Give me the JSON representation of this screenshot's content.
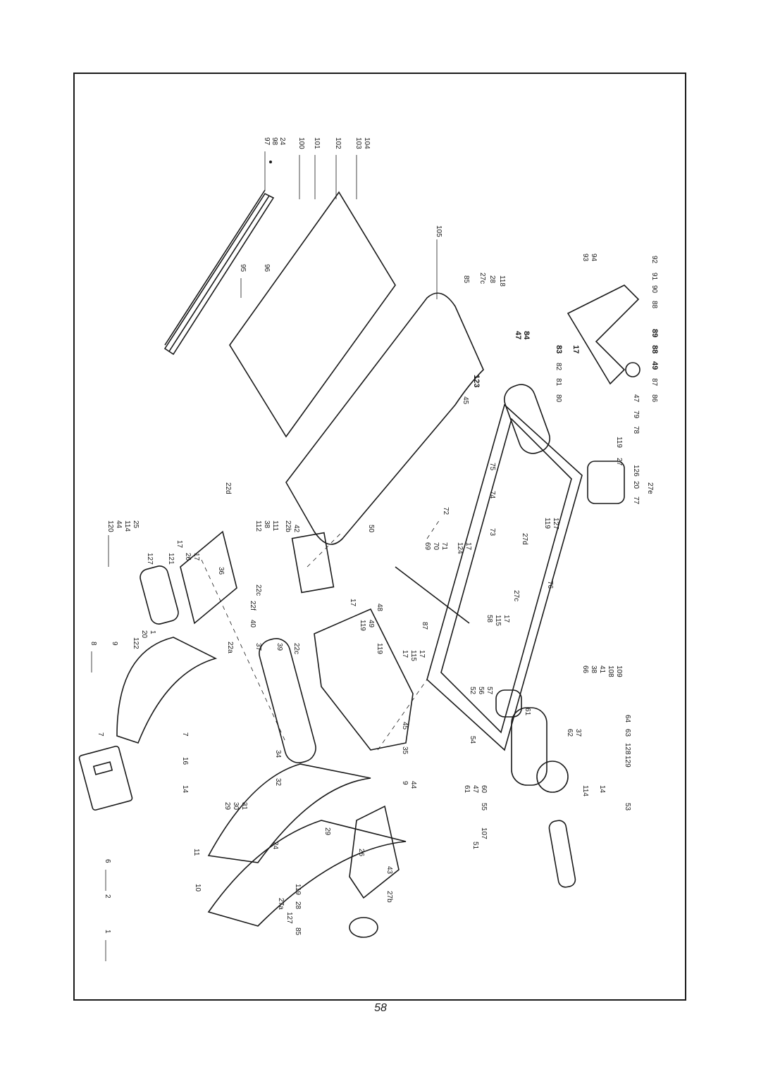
{
  "page_number": "58",
  "callouts": [
    {
      "id": "c97",
      "text": "97"
    },
    {
      "id": "c98",
      "text": "98"
    },
    {
      "id": "c24a",
      "text": "24"
    },
    {
      "id": "c100",
      "text": "100"
    },
    {
      "id": "c101",
      "text": "101"
    },
    {
      "id": "c102",
      "text": "102"
    },
    {
      "id": "c103",
      "text": "103"
    },
    {
      "id": "c104",
      "text": "104"
    },
    {
      "id": "c105",
      "text": "105"
    },
    {
      "id": "c95",
      "text": "95"
    },
    {
      "id": "c96",
      "text": "96"
    },
    {
      "id": "c85a",
      "text": "85"
    },
    {
      "id": "c27c1",
      "text": "27c"
    },
    {
      "id": "c28a",
      "text": "28"
    },
    {
      "id": "c118",
      "text": "118"
    },
    {
      "id": "c93",
      "text": "93"
    },
    {
      "id": "c94",
      "text": "94"
    },
    {
      "id": "c92",
      "text": "92"
    },
    {
      "id": "c91",
      "text": "91"
    },
    {
      "id": "c90",
      "text": "90"
    },
    {
      "id": "c88a",
      "text": "88"
    },
    {
      "id": "c89",
      "text": "89"
    },
    {
      "id": "c88b",
      "text": "88"
    },
    {
      "id": "c49",
      "text": "49"
    },
    {
      "id": "c87a",
      "text": "87"
    },
    {
      "id": "c86",
      "text": "86"
    },
    {
      "id": "c47a",
      "text": "47"
    },
    {
      "id": "c84",
      "text": "84"
    },
    {
      "id": "c83",
      "text": "83"
    },
    {
      "id": "c82",
      "text": "82"
    },
    {
      "id": "c81",
      "text": "81"
    },
    {
      "id": "c80",
      "text": "80"
    },
    {
      "id": "c17a",
      "text": "17"
    },
    {
      "id": "c123",
      "text": "123"
    },
    {
      "id": "c79",
      "text": "79"
    },
    {
      "id": "c47b",
      "text": "47"
    },
    {
      "id": "c78",
      "text": "78"
    },
    {
      "id": "c119a",
      "text": "119"
    },
    {
      "id": "c27a",
      "text": "27"
    },
    {
      "id": "c126",
      "text": "126"
    },
    {
      "id": "c20a",
      "text": "20"
    },
    {
      "id": "c27e",
      "text": "27e"
    },
    {
      "id": "c77",
      "text": "77"
    },
    {
      "id": "c45a",
      "text": "45"
    },
    {
      "id": "c75",
      "text": "75"
    },
    {
      "id": "c74",
      "text": "74"
    },
    {
      "id": "c119b",
      "text": "119"
    },
    {
      "id": "c127a",
      "text": "127"
    },
    {
      "id": "c72",
      "text": "72"
    },
    {
      "id": "c73",
      "text": "73"
    },
    {
      "id": "c69",
      "text": "69"
    },
    {
      "id": "c70",
      "text": "70"
    },
    {
      "id": "c71",
      "text": "71"
    },
    {
      "id": "c124",
      "text": "124"
    },
    {
      "id": "c17b",
      "text": "17"
    },
    {
      "id": "c27d",
      "text": "27d"
    },
    {
      "id": "c76",
      "text": "76"
    },
    {
      "id": "c27c2",
      "text": "27c"
    },
    {
      "id": "c120",
      "text": "120"
    },
    {
      "id": "c44a",
      "text": "44"
    },
    {
      "id": "c114a",
      "text": "114"
    },
    {
      "id": "c25",
      "text": "25"
    },
    {
      "id": "c22d",
      "text": "22d"
    },
    {
      "id": "c112",
      "text": "112"
    },
    {
      "id": "c38a",
      "text": "38"
    },
    {
      "id": "c111",
      "text": "111"
    },
    {
      "id": "c22b",
      "text": "22b"
    },
    {
      "id": "c42",
      "text": "42"
    },
    {
      "id": "c50",
      "text": "50"
    },
    {
      "id": "c127b",
      "text": "127"
    },
    {
      "id": "c121",
      "text": "121"
    },
    {
      "id": "c17c",
      "text": "17"
    },
    {
      "id": "c26a",
      "text": "26"
    },
    {
      "id": "c17d",
      "text": "17"
    },
    {
      "id": "c36",
      "text": "36"
    },
    {
      "id": "c22c1",
      "text": "22c"
    },
    {
      "id": "c22f",
      "text": "22f"
    },
    {
      "id": "c40",
      "text": "40"
    },
    {
      "id": "c37a",
      "text": "37"
    },
    {
      "id": "c39",
      "text": "39"
    },
    {
      "id": "c22c2",
      "text": "22c"
    },
    {
      "id": "c17e",
      "text": "17"
    },
    {
      "id": "c48",
      "text": "48"
    },
    {
      "id": "c49b",
      "text": "49"
    },
    {
      "id": "c119c",
      "text": "119"
    },
    {
      "id": "c119d",
      "text": "119"
    },
    {
      "id": "c87b",
      "text": "87"
    },
    {
      "id": "c58",
      "text": "58"
    },
    {
      "id": "c115a",
      "text": "115"
    },
    {
      "id": "c17f",
      "text": "17"
    },
    {
      "id": "c122",
      "text": "122"
    },
    {
      "id": "c20b",
      "text": "20"
    },
    {
      "id": "c1a",
      "text": "1"
    },
    {
      "id": "c8",
      "text": "8"
    },
    {
      "id": "c9a",
      "text": "9"
    },
    {
      "id": "c22a",
      "text": "22a"
    },
    {
      "id": "c17g",
      "text": "17"
    },
    {
      "id": "c115b",
      "text": "115"
    },
    {
      "id": "c17h",
      "text": "17"
    },
    {
      "id": "c66",
      "text": "66"
    },
    {
      "id": "c38b",
      "text": "38"
    },
    {
      "id": "c41",
      "text": "41"
    },
    {
      "id": "c108",
      "text": "108"
    },
    {
      "id": "c109",
      "text": "109"
    },
    {
      "id": "c57",
      "text": "57"
    },
    {
      "id": "c56",
      "text": "56"
    },
    {
      "id": "c52",
      "text": "52"
    },
    {
      "id": "c61a",
      "text": "61"
    },
    {
      "id": "c34",
      "text": "34"
    },
    {
      "id": "c45b",
      "text": "45"
    },
    {
      "id": "c35",
      "text": "35"
    },
    {
      "id": "c64",
      "text": "64"
    },
    {
      "id": "c63",
      "text": "63"
    },
    {
      "id": "c37b",
      "text": "37"
    },
    {
      "id": "c62",
      "text": "62"
    },
    {
      "id": "c7a",
      "text": "7"
    },
    {
      "id": "c7b",
      "text": "7"
    },
    {
      "id": "c16",
      "text": "16"
    },
    {
      "id": "c14a",
      "text": "14"
    },
    {
      "id": "c54",
      "text": "54"
    },
    {
      "id": "c128",
      "text": "128"
    },
    {
      "id": "c129",
      "text": "129"
    },
    {
      "id": "c29a",
      "text": "29"
    },
    {
      "id": "c30",
      "text": "30"
    },
    {
      "id": "c31",
      "text": "31"
    },
    {
      "id": "c32",
      "text": "32"
    },
    {
      "id": "c9b",
      "text": "9"
    },
    {
      "id": "c44b",
      "text": "44"
    },
    {
      "id": "c61b",
      "text": "61"
    },
    {
      "id": "c47c",
      "text": "47"
    },
    {
      "id": "c60",
      "text": "60"
    },
    {
      "id": "c114b",
      "text": "114"
    },
    {
      "id": "c14b",
      "text": "14"
    },
    {
      "id": "c53",
      "text": "53"
    },
    {
      "id": "c55",
      "text": "55"
    },
    {
      "id": "c6",
      "text": "6"
    },
    {
      "id": "c11",
      "text": "11"
    },
    {
      "id": "c29b",
      "text": "29"
    },
    {
      "id": "c24b",
      "text": "24"
    },
    {
      "id": "c26b",
      "text": "26"
    },
    {
      "id": "c43",
      "text": "43"
    },
    {
      "id": "c51",
      "text": "51"
    },
    {
      "id": "c107",
      "text": "107"
    },
    {
      "id": "c2",
      "text": "2"
    },
    {
      "id": "c10",
      "text": "10"
    },
    {
      "id": "c27a2",
      "text": "27a"
    },
    {
      "id": "c28b",
      "text": "28"
    },
    {
      "id": "c119e",
      "text": "119"
    },
    {
      "id": "c27b",
      "text": "27b"
    },
    {
      "id": "c127c",
      "text": "127"
    },
    {
      "id": "c85b",
      "text": "85"
    },
    {
      "id": "c1b",
      "text": "1"
    }
  ]
}
